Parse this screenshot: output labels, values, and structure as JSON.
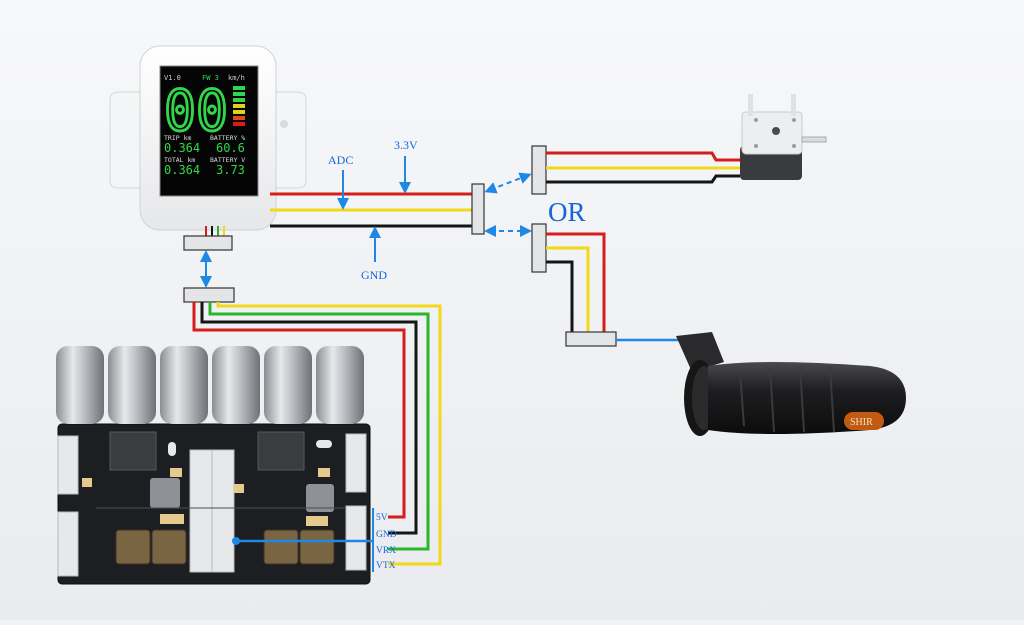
{
  "display": {
    "version": "V1.0",
    "fw": "FW 3",
    "speed_unit": "km/h",
    "speed_digits": "00",
    "trip_label": "TRIP km",
    "trip_value": "0.364",
    "battery_pct_label": "BATTERY %",
    "battery_pct_value": "60.6",
    "total_label": "TOTAL km",
    "total_value": "0.364",
    "battery_v_label": "BATTERY V",
    "battery_v_value": "3.73"
  },
  "labels": {
    "adc": "ADC",
    "v33": "3.3V",
    "gnd": "GND",
    "or": "OR"
  },
  "pins": [
    "5V",
    "GND",
    "VRX",
    "VTX"
  ],
  "logo_text": "SHIR",
  "colors": {
    "wire_red": "#d81b1b",
    "wire_yellow": "#f2d81a",
    "wire_black": "#151515",
    "wire_green": "#2bb52b",
    "wire_blue": "#1e88e5",
    "lcd_green": "#32d64a",
    "accent_blue": "#1565d8"
  },
  "icons": {
    "display_unit": "lcd-display-icon",
    "hall_sensor": "hall-sensor-icon",
    "throttle": "thumb-throttle-grip-icon",
    "controller_board": "esc-board-icon"
  }
}
